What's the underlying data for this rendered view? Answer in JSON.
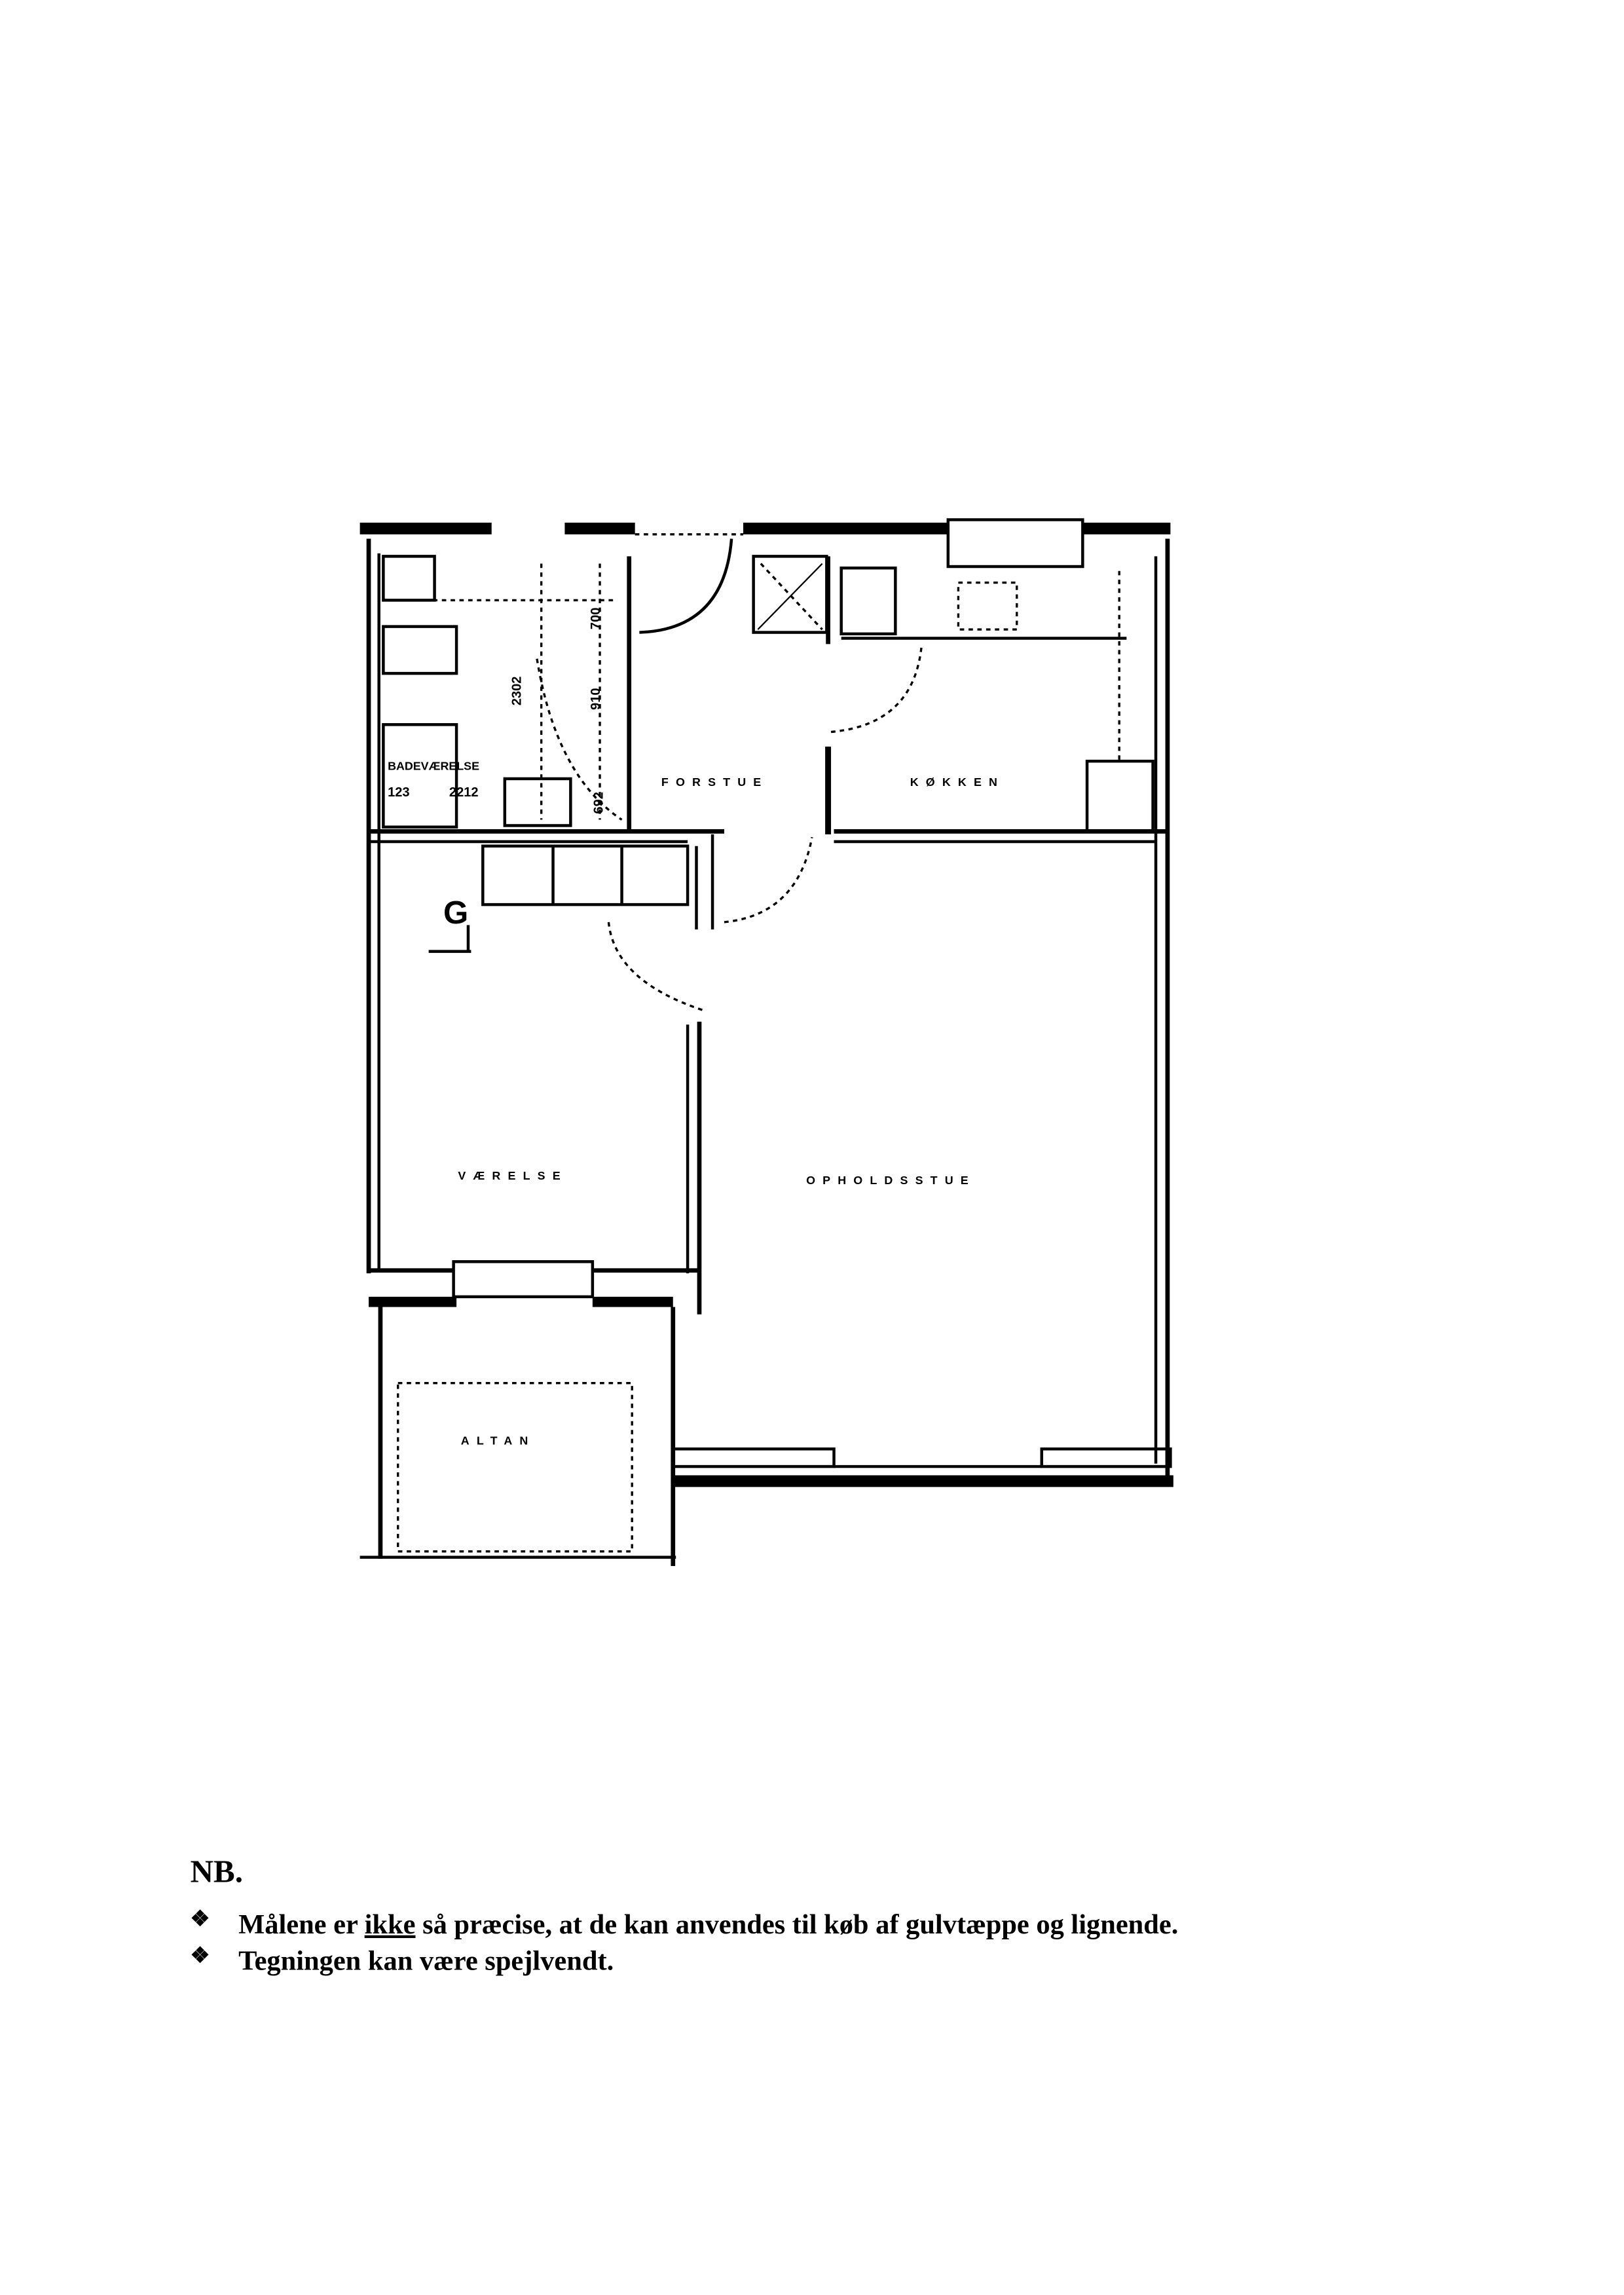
{
  "floorplan": {
    "rooms": {
      "entrance": "FORSTUE",
      "kitchen": "KØKKEN",
      "bathroom": "BADEVÆRELSE",
      "bedroom": "VÆRELSE",
      "living_room": "OPHOLDSSTUE",
      "balcony": "ALTAN"
    },
    "marker": "G",
    "dimensions": {
      "bath_a": "2302",
      "bath_b": "910",
      "bath_c": "700",
      "bath_d": "692",
      "bath_e": "2212",
      "bath_f": "123"
    }
  },
  "notes": {
    "heading": "NB.",
    "bullet_symbol": "❖",
    "items": [
      {
        "before": "Målene er ",
        "underlined": "ikke",
        "after": " så præcise, at de kan anvendes til køb af gulvtæppe og lignende."
      },
      {
        "before": "Tegningen kan være spejlvendt.",
        "underlined": "",
        "after": ""
      }
    ]
  }
}
